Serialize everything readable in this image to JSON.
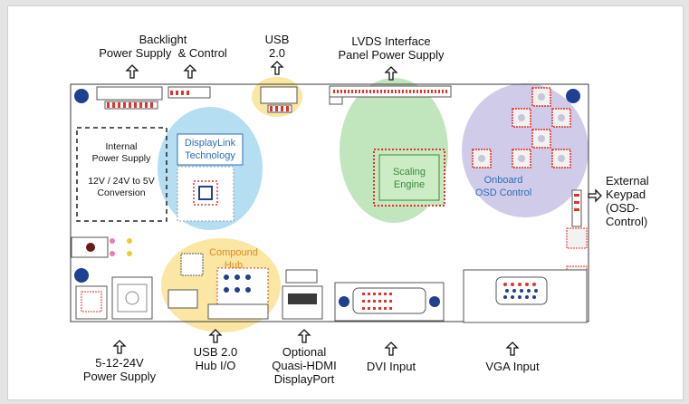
{
  "labels": {
    "backlight": "Backlight\nPower Supply  & Control",
    "usb20": "USB\n2.0",
    "lvds": "LVDS Interface\nPanel Power Supply",
    "external_keypad": "External\nKeypad\n(OSD-\nControl)",
    "power_supply": "5-12-24V\nPower Supply",
    "usb_hub_io": "USB 2.0\nHub I/O",
    "optional_port": "Optional\nQuasi-HDMI\nDisplayPort",
    "dvi_input": "DVI Input",
    "vga_input": "VGA Input"
  },
  "blocks": {
    "internal_psu": "Internal\nPower Supply",
    "conversion": "12V / 24V to 5V\nConversion",
    "displaylink": "DisplayLink\nTechnology",
    "compound_hub": "Compound\nHub",
    "scaling_engine": "Scaling\nEngine",
    "onboard_osd": "Onboard\nOSD Control"
  },
  "colors": {
    "displaylink_zone": "#a8d8f0",
    "compound_hub_zone": "#fbe39a",
    "scaling_zone": "#b6e0b0",
    "osd_zone": "#c9c2e6",
    "blue_text": "#2a6fb5",
    "orange_text": "#e08a1c",
    "green_text": "#3a8a3a",
    "board_dot": "#1f3f8f",
    "pin_red": "#e0332b"
  }
}
